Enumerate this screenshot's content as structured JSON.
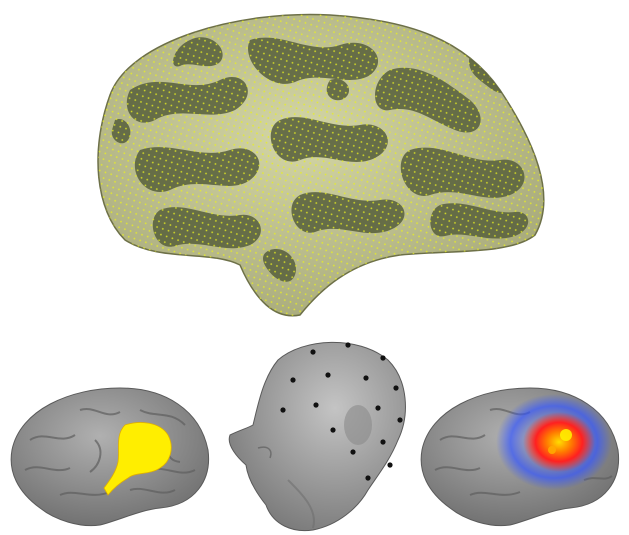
{
  "figure": {
    "panels": [
      {
        "id": "inflated-cortex",
        "kind": "inflated cortical surface mesh with vertex dots"
      },
      {
        "id": "brain-activation-left",
        "kind": "cortical surface with highlighted region"
      },
      {
        "id": "head-with-electrodes",
        "kind": "head surface with electrode positions"
      },
      {
        "id": "brain-activation-right",
        "kind": "cortical surface with source estimate map"
      }
    ]
  },
  "colors": {
    "background": "#ffffff",
    "inflated_light": "#c7c996",
    "inflated_dark": "#5c6440",
    "vertex_dots": "#e8f020",
    "cortex_gray": "#8e8e8e",
    "cortex_sulci": "#6c6c6c",
    "activation_yellow": "#ffee00",
    "activation_red": "#ff2020",
    "activation_blue": "#3355ff",
    "head_gray": "#a8a8a8",
    "electrode": "#111111"
  }
}
